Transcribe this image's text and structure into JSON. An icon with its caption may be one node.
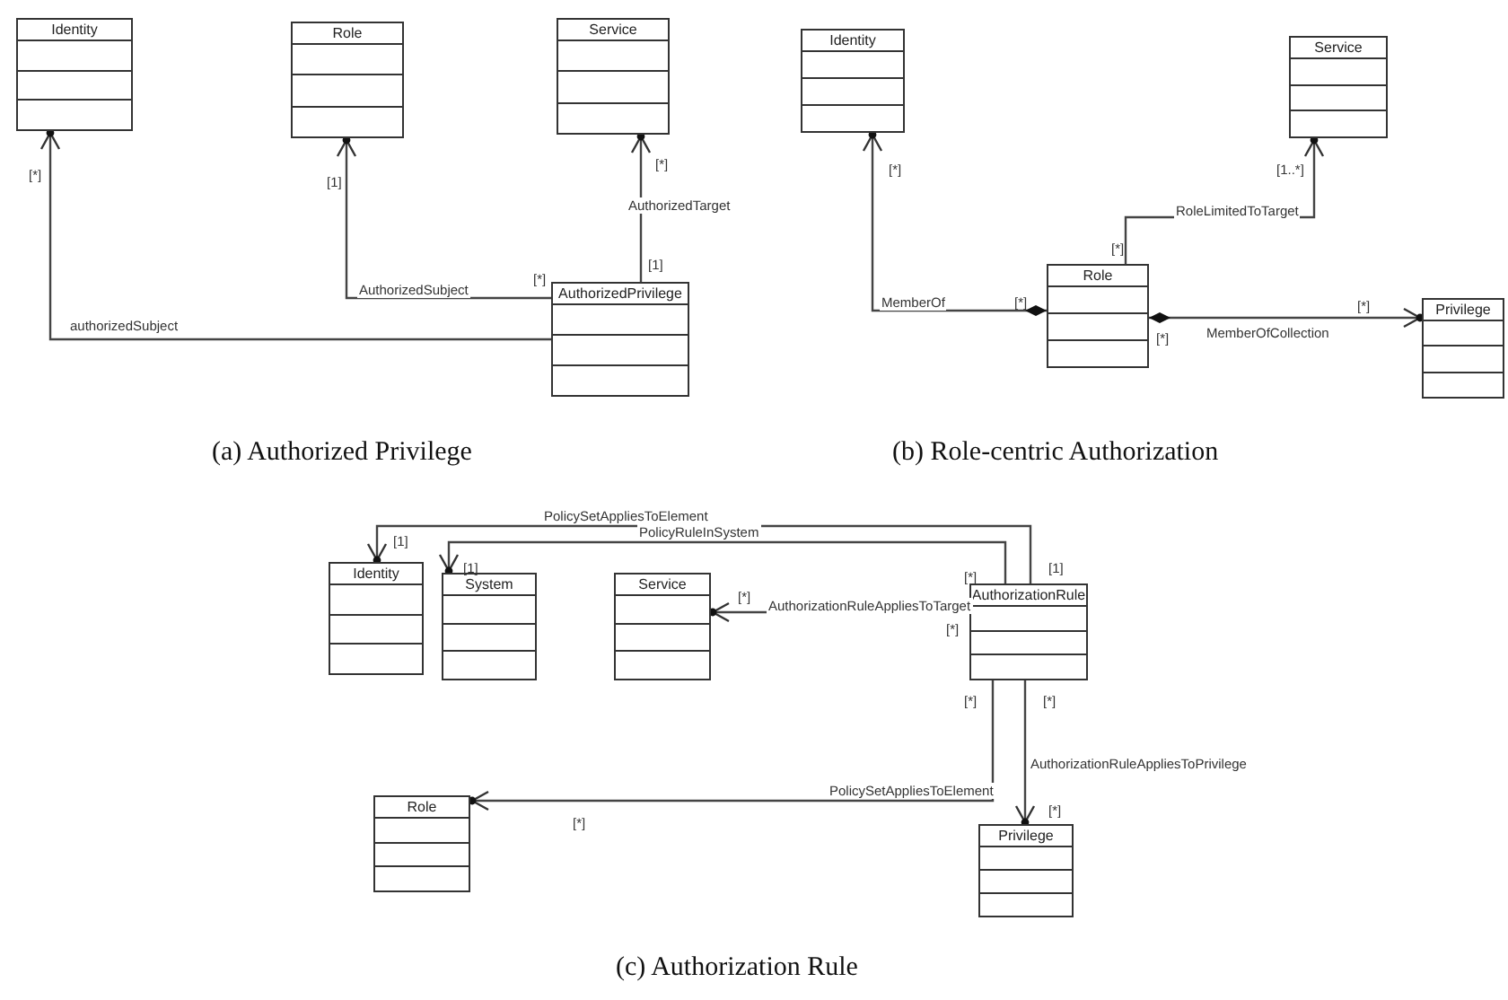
{
  "diagram": {
    "nodes": [
      {
        "text": [
          "Identity"
        ]
      },
      {
        "text": [
          "Role"
        ]
      },
      {
        "text": [
          "Service"
        ]
      },
      {
        "text": [
          "AuthorizedPrivilege"
        ]
      },
      {
        "text": [
          "Identity"
        ]
      },
      {
        "text": [
          "Service"
        ]
      },
      {
        "text": [
          "Role"
        ]
      },
      {
        "text": [
          "Privilege"
        ]
      },
      {
        "text": [
          "Identity"
        ]
      },
      {
        "text": [
          "System"
        ]
      },
      {
        "text": [
          "Service"
        ]
      },
      {
        "text": [
          "AuthorizationRule"
        ]
      },
      {
        "text": [
          "Role"
        ]
      },
      {
        "text": [
          "Privilege"
        ]
      }
    ],
    "edges": [
      {
        "from": 3,
        "to": 0,
        "arrow": "to",
        "label": "authorizedSubject"
      },
      {
        "from": 3,
        "to": 1,
        "arrow": "to",
        "label": "AuthorizedSubject"
      },
      {
        "from": 3,
        "to": 2,
        "arrow": "to",
        "label": "AuthorizedTarget"
      },
      {
        "from": 6,
        "to": 4,
        "arrow": "to",
        "label": "MemberOf"
      },
      {
        "from": 6,
        "to": 5,
        "arrow": "to",
        "label": "RoleLimitedToTarget"
      },
      {
        "from": 6,
        "to": 7,
        "arrow": "to",
        "label": "MemberOfCollection"
      },
      {
        "from": 11,
        "to": 8,
        "arrow": "to",
        "label": "PolicySetAppliesToElement"
      },
      {
        "from": 11,
        "to": 9,
        "arrow": "to",
        "label": "PolicyRuleInSystem"
      },
      {
        "from": 11,
        "to": 10,
        "arrow": "to",
        "label": "AuthorizationRuleAppliesToTarget"
      },
      {
        "from": 11,
        "to": 12,
        "arrow": "to",
        "label": "PolicySetAppliesToElement"
      },
      {
        "from": 11,
        "to": 13,
        "arrow": "to",
        "label": "AuthorizationRuleAppliesToPrivilege"
      }
    ],
    "labels": [
      "[*]",
      "[1]",
      "[*]",
      "[1]",
      "[*]",
      "(a) Authorized Privilege",
      "[*]",
      "[1..*]",
      "[*]",
      "[*]",
      "[*]",
      "[*]",
      "(b) Role-centric Authorization",
      "[1]",
      "[1]",
      "[*]",
      "[*]",
      "[1]",
      "[*]",
      "[*]",
      "[*]",
      "[*]",
      "[*]",
      "(c) Authorization Rule"
    ]
  }
}
